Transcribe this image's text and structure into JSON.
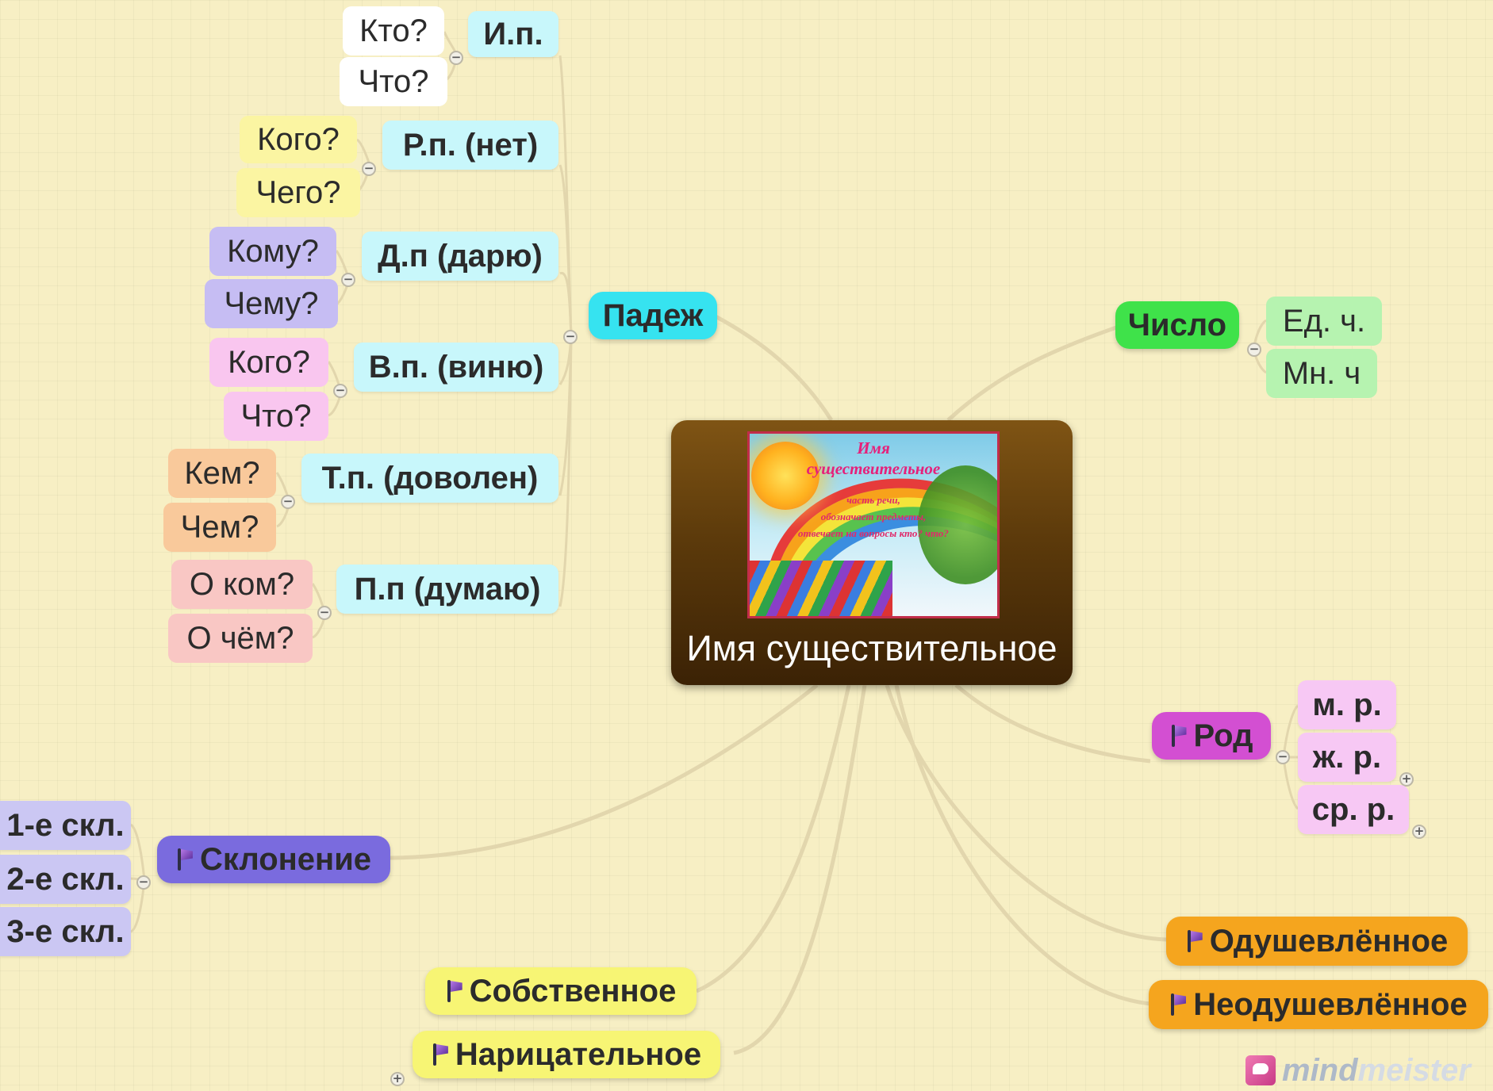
{
  "central": {
    "label": "Имя существительное",
    "image_text": {
      "title1": "Имя",
      "title2": "существительное",
      "line1": "часть речи,",
      "line2": "обозначает предметы,",
      "line3": "отвечает на вопросы кто? что?"
    }
  },
  "padezh": {
    "label": "Падеж",
    "cases": [
      {
        "label": "И.п.",
        "questions": [
          "Кто?",
          "Что?"
        ]
      },
      {
        "label": "Р.п. (нет)",
        "questions": [
          "Кого?",
          "Чего?"
        ]
      },
      {
        "label": "Д.п (дарю)",
        "questions": [
          "Кому?",
          "Чему?"
        ]
      },
      {
        "label": "В.п. (виню)",
        "questions": [
          "Кого?",
          "Что?"
        ]
      },
      {
        "label": "Т.п. (доволен)",
        "questions": [
          "Кем?",
          "Чем?"
        ]
      },
      {
        "label": "П.п (думаю)",
        "questions": [
          "О ком?",
          "О чём?"
        ]
      }
    ]
  },
  "chislo": {
    "label": "Число",
    "items": [
      "Ед. ч.",
      "Мн. ч"
    ]
  },
  "rod": {
    "label": "Род",
    "items": [
      "м. р.",
      "ж. р.",
      "ср. р."
    ]
  },
  "sklonenie": {
    "label": "Склонение",
    "items": [
      "1-е скл.",
      "2-е скл.",
      "3-е скл."
    ]
  },
  "odush": {
    "label": "Одушевлённое"
  },
  "neodush": {
    "label": "Неодушевлённое"
  },
  "sobstv": {
    "label": "Собственное"
  },
  "naritsat": {
    "label": "Нарицательное"
  },
  "brand": {
    "part1": "mind",
    "part2": "meister"
  },
  "colors": {
    "padezh": "#36e3f0",
    "case_bg": "#c8f7fb",
    "chislo": "#3fe24a",
    "chislo_items": "#b6f3b0",
    "rod": "#d34fd2",
    "rod_items": "#f7c8f4",
    "sklonenie": "#7a6bde",
    "sklonenie_items": "#cbc7f3",
    "odush": "#f5a51e",
    "sobstv": "#f7f574",
    "q_white": "#ffffff",
    "q_yellow": "#fbf5a2",
    "q_purple": "#c6bdf3",
    "q_pink": "#f9c6ef",
    "q_orange": "#f9c99b",
    "q_red": "#f9c7c4"
  },
  "icons": {
    "flag": "flag-icon",
    "collapse": "minus-icon",
    "expand": "plus-icon"
  }
}
